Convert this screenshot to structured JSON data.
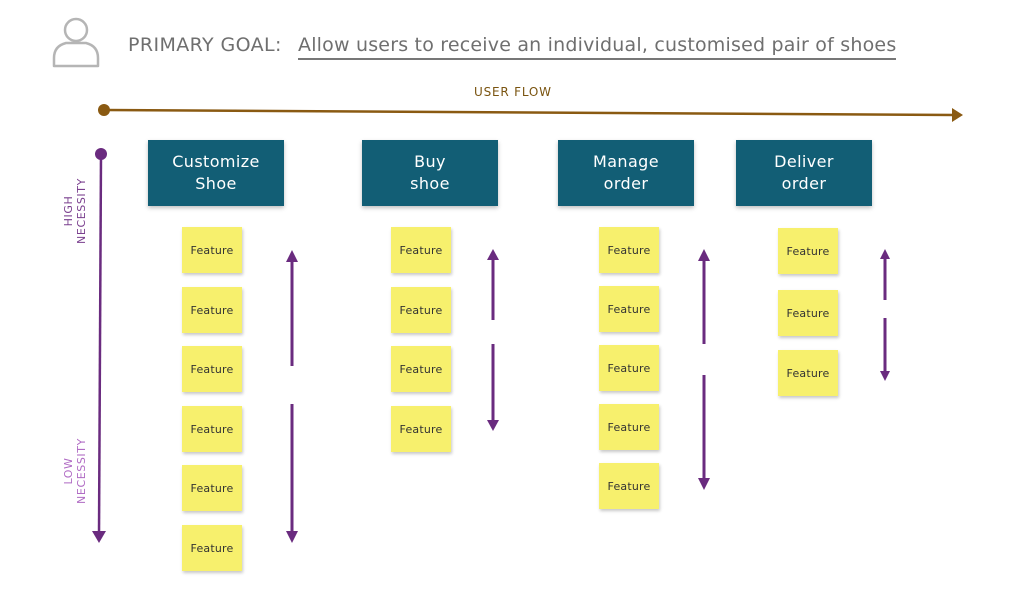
{
  "header": {
    "goal_label": "PRIMARY GOAL:",
    "goal_text": "Allow users to receive an individual, customised pair of shoes",
    "icon": "user-icon"
  },
  "flow": {
    "horizontal_label": "USER FLOW",
    "high_label": "HIGH\nNECESSITY",
    "low_label": "LOW\nNECESSITY"
  },
  "colors": {
    "activity_bg": "#125e75",
    "sticky": "#f7f06d",
    "flow_arrow": "#7a5410",
    "necessity_arrow": "#6a2b7f"
  },
  "activities": [
    {
      "label": "Customize\nShoe",
      "features": [
        "Feature",
        "Feature",
        "Feature",
        "Feature",
        "Feature",
        "Feature"
      ]
    },
    {
      "label": "Buy\nshoe",
      "features": [
        "Feature",
        "Feature",
        "Feature",
        "Feature"
      ]
    },
    {
      "label": "Manage\norder",
      "features": [
        "Feature",
        "Feature",
        "Feature",
        "Feature",
        "Feature"
      ]
    },
    {
      "label": "Deliver\norder",
      "features": [
        "Feature",
        "Feature",
        "Feature"
      ]
    }
  ]
}
